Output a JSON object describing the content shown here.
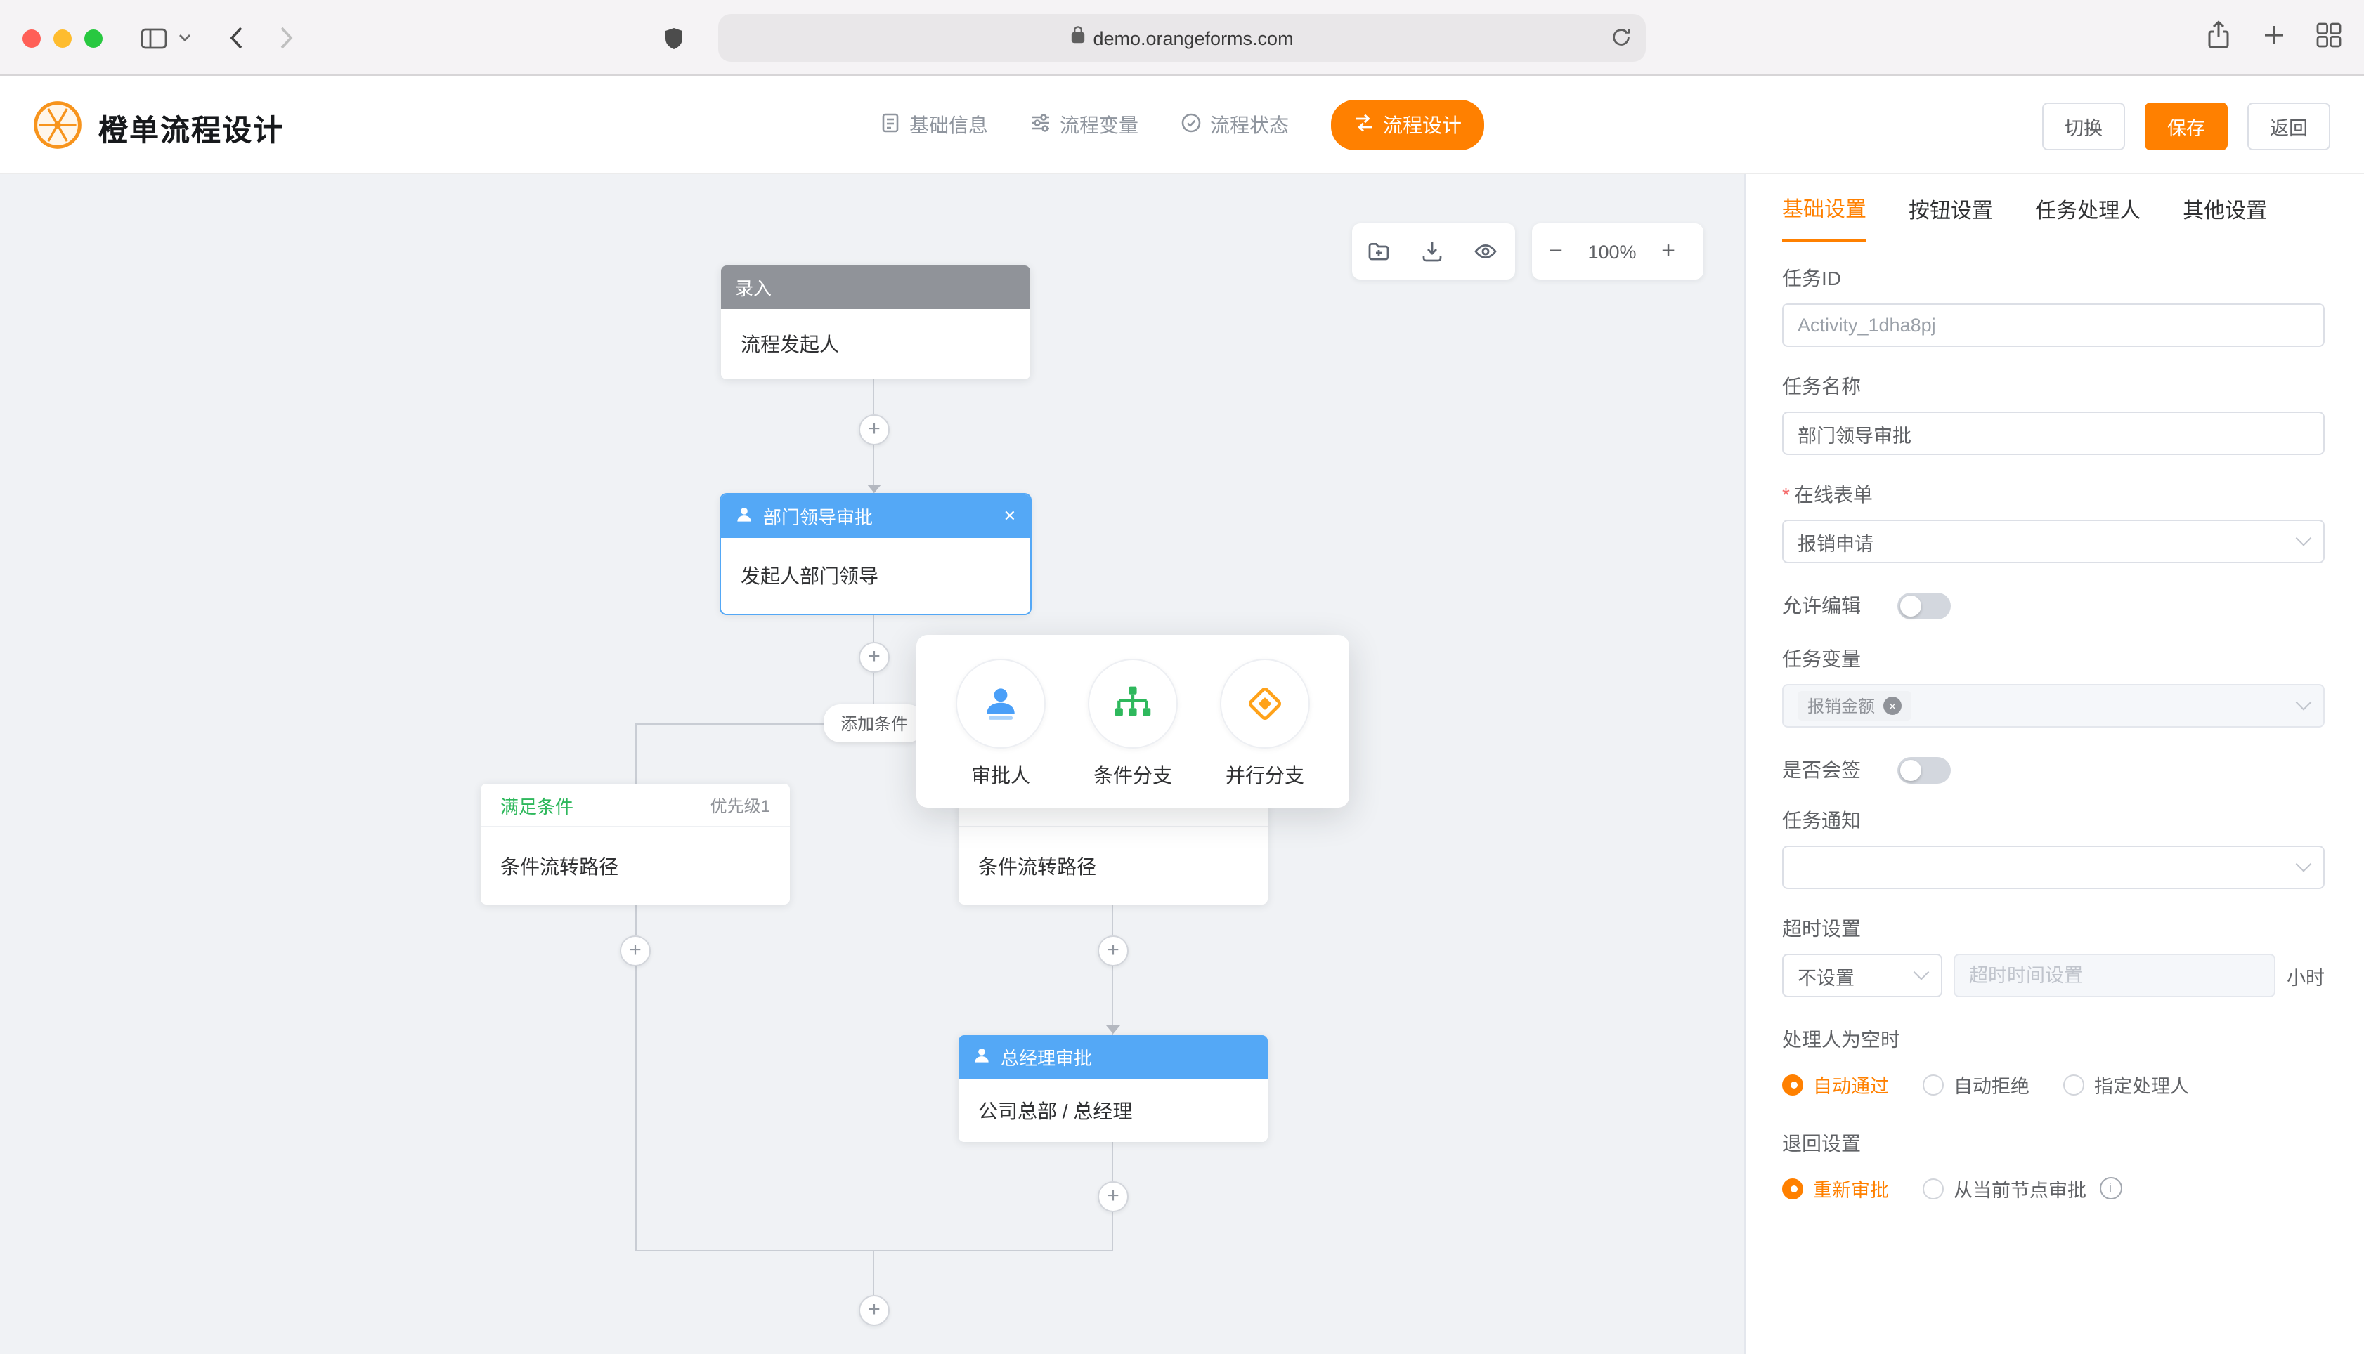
{
  "browser": {
    "url": "demo.orangeforms.com"
  },
  "app_header": {
    "title": "橙单流程设计",
    "nav": [
      {
        "label": "基础信息"
      },
      {
        "label": "流程变量"
      },
      {
        "label": "流程状态"
      },
      {
        "label": "流程设计"
      }
    ],
    "buttons": {
      "switch": "切换",
      "save": "保存",
      "back": "返回"
    }
  },
  "canvas": {
    "toolbar": {
      "zoom": "100%"
    },
    "start_node": {
      "title": "录入",
      "body": "流程发起人"
    },
    "dept_node": {
      "title": "部门领导审批",
      "body": "发起人部门领导"
    },
    "add_condition_label": "添加条件",
    "node_menu": [
      {
        "label": "审批人"
      },
      {
        "label": "条件分支"
      },
      {
        "label": "并行分支"
      }
    ],
    "cond_left": {
      "tag": "满足条件",
      "priority": "优先级1",
      "body": "条件流转路径"
    },
    "cond_right": {
      "body": "条件流转路径"
    },
    "manager_node": {
      "title": "总经理审批",
      "body": "公司总部 / 总经理"
    }
  },
  "panel": {
    "tabs": [
      {
        "label": "基础设置"
      },
      {
        "label": "按钮设置"
      },
      {
        "label": "任务处理人"
      },
      {
        "label": "其他设置"
      }
    ],
    "task_id": {
      "label": "任务ID",
      "value": "Activity_1dha8pj"
    },
    "task_name": {
      "label": "任务名称",
      "value": "部门领导审批"
    },
    "online_form": {
      "label": "在线表单",
      "value": "报销申请"
    },
    "allow_edit": {
      "label": "允许编辑"
    },
    "task_var": {
      "label": "任务变量",
      "tag": "报销金额"
    },
    "countersign": {
      "label": "是否会签"
    },
    "task_notify": {
      "label": "任务通知"
    },
    "timeout": {
      "label": "超时设置",
      "select": "不设置",
      "placeholder": "超时时间设置",
      "unit": "小时"
    },
    "empty_handler": {
      "label": "处理人为空时",
      "options": [
        {
          "label": "自动通过",
          "selected": true
        },
        {
          "label": "自动拒绝",
          "selected": false
        },
        {
          "label": "指定处理人",
          "selected": false
        }
      ]
    },
    "return_setting": {
      "label": "退回设置",
      "options": [
        {
          "label": "重新审批",
          "selected": true
        },
        {
          "label": "从当前节点审批",
          "selected": false
        }
      ]
    }
  },
  "colors": {
    "accent": "#ff8000",
    "node-blue": "#54a8f6",
    "node-gray": "#909399",
    "success-green": "#2eb85c",
    "parallel-orange": "#ffa21a"
  }
}
